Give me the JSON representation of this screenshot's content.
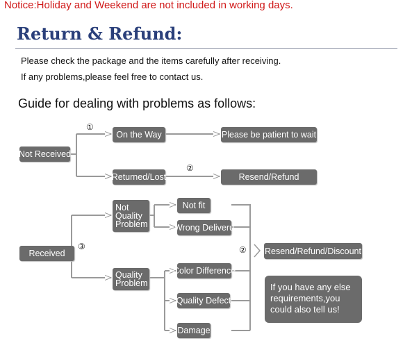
{
  "notice": "Notice:Holiday and Weekend are not included in working days.",
  "title": "Return & Refund:",
  "intro": [
    "Please check the package and the items carefully after receiving.",
    "If any problems,please feel free to contact us."
  ],
  "guide_heading": "Guide for dealing with problems as follows:",
  "flow": {
    "not_received": "Not Received",
    "on_the_way": "On the Way",
    "be_patient": "Please be patient to wait",
    "returned_lost": "Returned/Lost",
    "resend_refund": "Resend/Refund",
    "received": "Received",
    "not_quality_problem": "Not\nQuality\nProblem",
    "not_fit": "Not fit",
    "wrong_delivery": "Wrong Deliveru",
    "quality_problem": "Quality\nProblem",
    "color_difference": "Color Difference",
    "quality_defect": "Quality Defect",
    "damage": "Damage",
    "resend_refund_discount": "Resend/Refund/Discount",
    "marker_1": "①",
    "marker_2": "②",
    "marker_3": "③",
    "bubble_text": "If you have any else requirements,you could also tell us!"
  },
  "colors": {
    "notice": "#d01818",
    "title": "#2a3f7a",
    "box": "#6b6b6b",
    "connector": "#9a9a9a"
  }
}
